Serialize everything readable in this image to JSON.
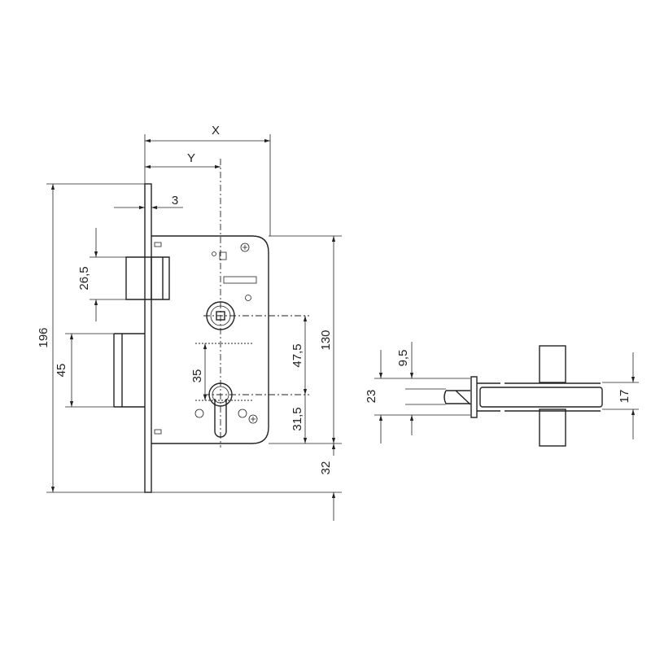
{
  "title": "Mortise lock dimension drawing",
  "dimensions": {
    "x": "X",
    "y": "Y",
    "faceplate_thickness": "3",
    "latch_height": "26,5",
    "total_height": "196",
    "deadbolt_height": "45",
    "body_height": "130",
    "spindle_to_cylinder": "47,5",
    "cylinder_offset": "35",
    "cylinder_to_bottom": "31,5",
    "bottom_offset": "32",
    "side_inner": "9,5",
    "side_outer": "23",
    "side_bar": "17"
  },
  "colors": {
    "line": "#222222",
    "background": "#ffffff"
  }
}
